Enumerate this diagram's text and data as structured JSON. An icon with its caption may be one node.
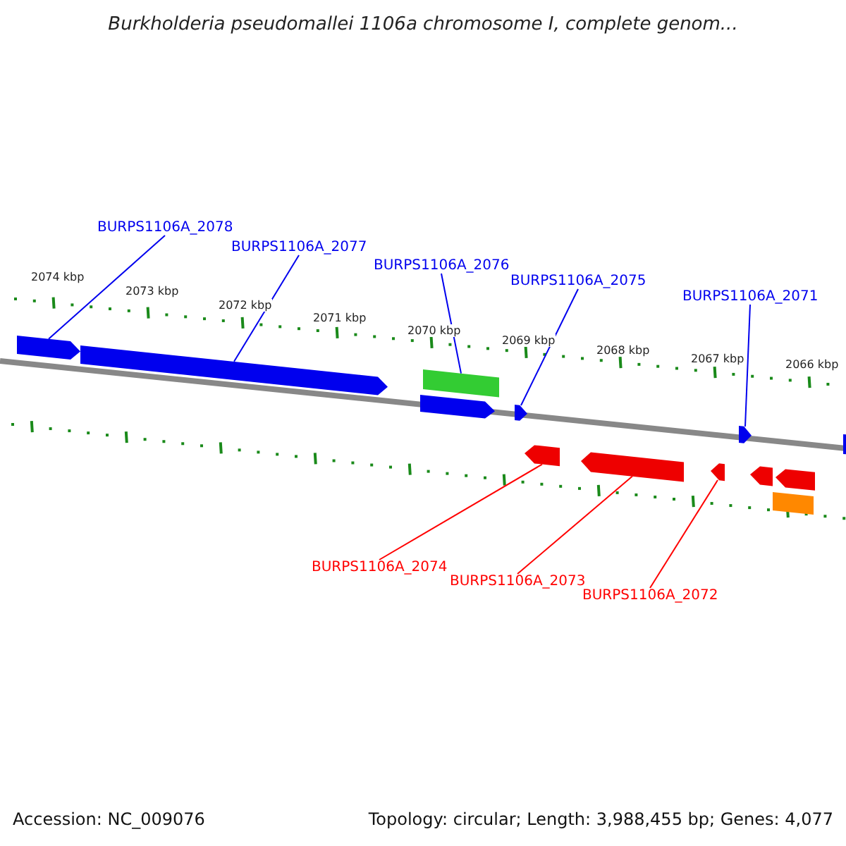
{
  "diagram": {
    "title": "Burkholderia pseudomallei 1106a chromosome I, complete genom...",
    "nodes": [
      {
        "text": [
          "BURPS1106A_2078"
        ]
      },
      {
        "text": [
          "BURPS1106A_2077"
        ]
      },
      {
        "text": [
          "BURPS1106A_2076"
        ]
      },
      {
        "text": [
          "BURPS1106A_2075"
        ]
      },
      {
        "text": [
          "BURPS1106A_2071"
        ]
      },
      {
        "text": [
          "BURPS1106A_2074"
        ]
      },
      {
        "text": [
          "BURPS1106A_2073"
        ]
      },
      {
        "text": [
          "BURPS1106A_2072"
        ]
      },
      {
        "text": [],
        "shape": "bar"
      },
      {
        "text": [],
        "shape": "bar"
      },
      {
        "text": [],
        "shape": "bar"
      },
      {
        "text": [],
        "shape": "bar"
      },
      {
        "text": [],
        "shape": "bar"
      },
      {
        "text": [],
        "shape": "bar"
      },
      {
        "text": [],
        "shape": "bar"
      },
      {
        "text": [],
        "shape": "bar"
      },
      {
        "text": [],
        "shape": "bar"
      },
      {
        "text": [],
        "shape": "bar"
      },
      {
        "text": [],
        "shape": "bar"
      },
      {
        "text": [],
        "shape": "bar"
      },
      {
        "text": [],
        "shape": "bar"
      }
    ],
    "edges": [
      {
        "from": 0,
        "to": 8,
        "arrow": "none"
      },
      {
        "from": 1,
        "to": 9,
        "arrow": "none"
      },
      {
        "from": 2,
        "to": 11,
        "arrow": "none"
      },
      {
        "from": 3,
        "to": 12,
        "arrow": "none"
      },
      {
        "from": 4,
        "to": 16,
        "arrow": "none"
      },
      {
        "from": 5,
        "to": 13,
        "arrow": "none",
        "color": "#ff0000"
      },
      {
        "from": 6,
        "to": 14,
        "arrow": "none",
        "color": "#ff0000"
      },
      {
        "from": 7,
        "to": 15,
        "arrow": "none",
        "color": "#ff0000"
      }
    ],
    "labels": [
      "2074 kbp",
      "2073 kbp",
      "2072 kbp",
      "2071 kbp",
      "2070 kbp",
      "2069 kbp",
      "2068 kbp",
      "2067 kbp",
      "2066 kbp",
      "Accession: NC_009076",
      "Topology: circular; Length: 3,988,455 bp; Genes: 4,077"
    ]
  }
}
